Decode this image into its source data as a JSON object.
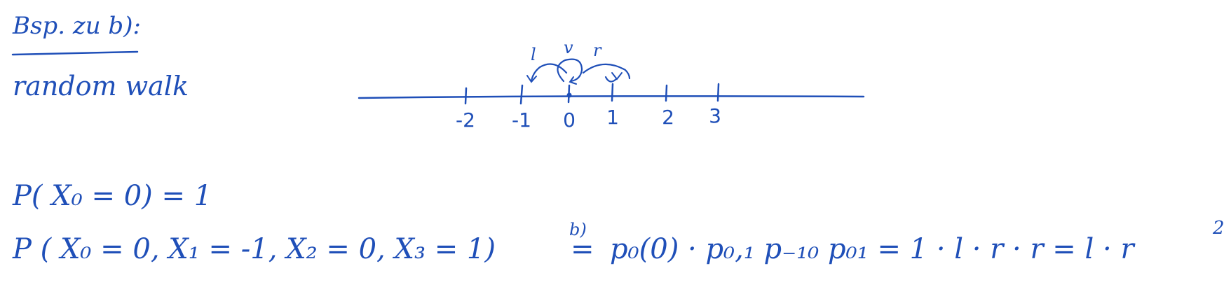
{
  "heading": "Bsp. zu b):",
  "subtitle": "random walk",
  "number_line": {
    "ticks": [
      "-2",
      "-1",
      "0",
      "1",
      "2",
      "3"
    ],
    "step_labels": {
      "left": "l",
      "stay": "v",
      "right": "r"
    }
  },
  "equation1": "P( X₀ = 0) = 1",
  "equation2": {
    "lhs": "P ( X₀ = 0,  X₁ = -1,  X₂ = 0,  X₃ = 1)",
    "mark": "b)",
    "eq": "=",
    "rhs": "p₀(0) · p₀,₁ p₋₁₀ p₀₁  =  1 · l · r · r = l · r"
  }
}
